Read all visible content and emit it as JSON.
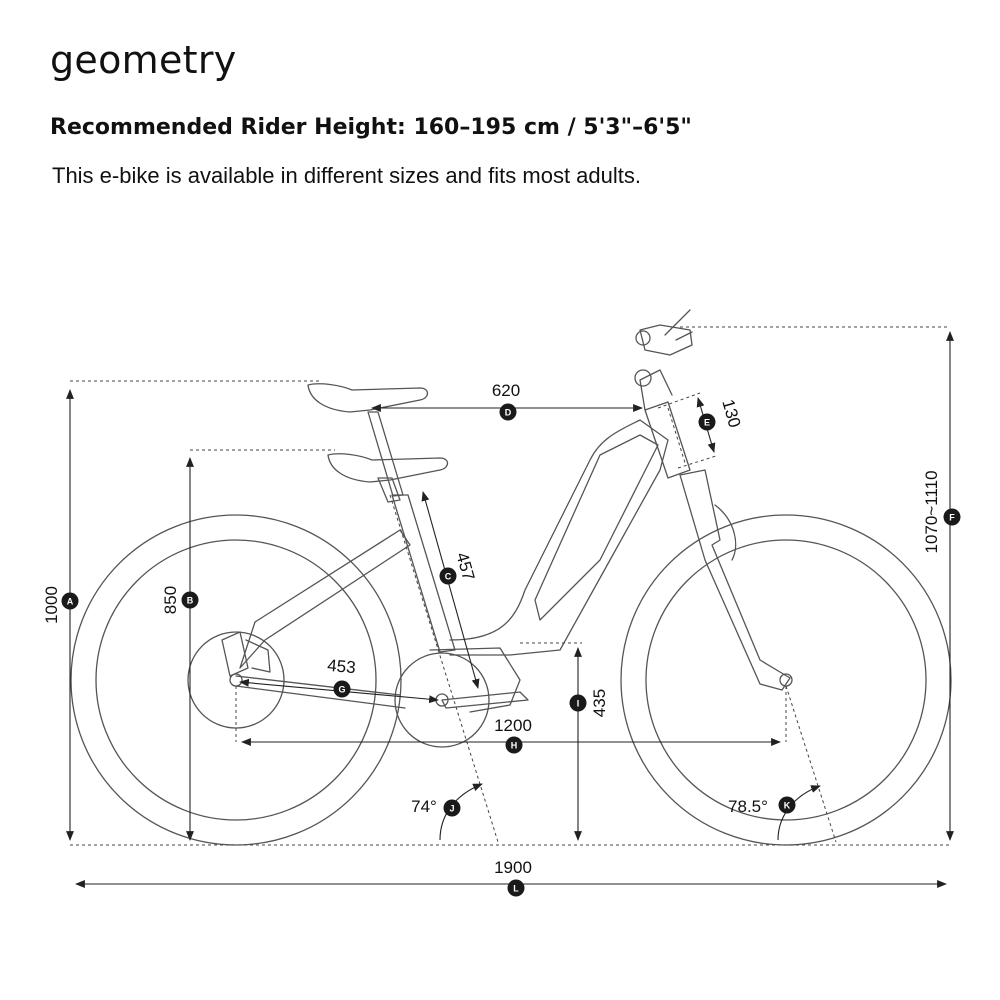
{
  "header": {
    "title": "geometry",
    "subtitle": "Recommended Rider Height: 160–195 cm / 5'3\"–6'5\"",
    "description": "This e-bike is available in different sizes and fits most adults."
  },
  "dimensions": {
    "A": {
      "letter": "A",
      "value": "1000"
    },
    "B": {
      "letter": "B",
      "value": "850"
    },
    "C": {
      "letter": "C",
      "value": "457"
    },
    "D": {
      "letter": "D",
      "value": "620"
    },
    "E": {
      "letter": "E",
      "value": "130"
    },
    "F": {
      "letter": "F",
      "value": "1070~1110"
    },
    "G": {
      "letter": "G",
      "value": "453"
    },
    "H": {
      "letter": "H",
      "value": "1200"
    },
    "I": {
      "letter": "I",
      "value": "435"
    },
    "J": {
      "letter": "J",
      "value": "74°"
    },
    "K": {
      "letter": "K",
      "value": "78.5°"
    },
    "L": {
      "letter": "L",
      "value": "1900"
    }
  },
  "colors": {
    "line": "#555555",
    "badge": "#1a1a1a",
    "text": "#111111"
  }
}
